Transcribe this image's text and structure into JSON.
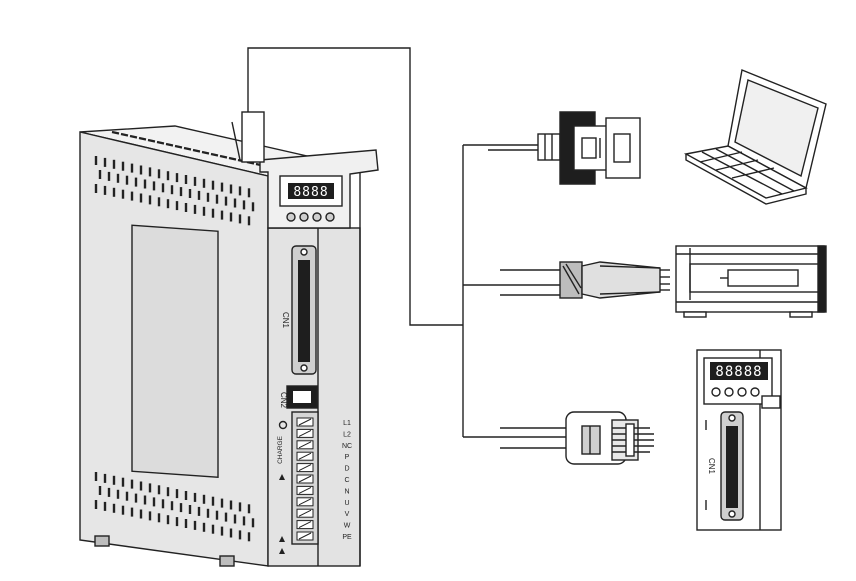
{
  "drive": {
    "display_digits": "8888",
    "cn1_label": "CN1",
    "cn2_label": "CN2",
    "charge_label": "CHARGE",
    "terminal_labels": [
      "L1",
      "L2",
      "NC",
      "P",
      "D",
      "C",
      "N",
      "U",
      "V",
      "W",
      "PE"
    ]
  },
  "side_drive": {
    "display_digits": "88888",
    "cn1_label": "CN1"
  },
  "colors": {
    "line": "#222222",
    "drive_fill": "#e6e6e6",
    "connector_fill": "#cfcfcf",
    "screen_fill": "#ffffff",
    "dark": "#1e1e1e"
  },
  "icons": [
    "laptop-icon",
    "db9-connector-icon",
    "usb-cable-icon",
    "controller-module-icon",
    "rj45-connector-icon",
    "servo-drive-icon"
  ]
}
